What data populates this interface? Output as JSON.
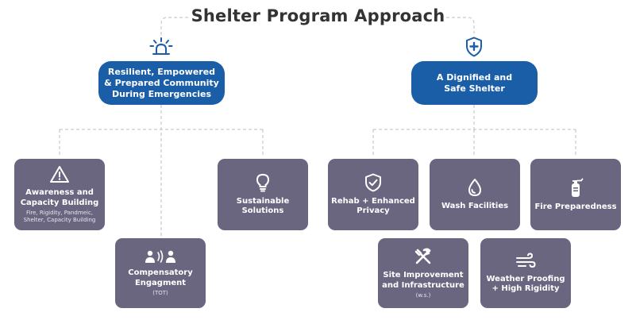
{
  "title": "Shelter Program Approach",
  "colors": {
    "goal": "#1a5ea8",
    "card": "#6b6680",
    "connector": "#c9c9c9",
    "title": "#333333"
  },
  "goals": [
    {
      "label": "Resilient, Empowered\n& Prepared Community\nDuring Emergencies",
      "icon": "alarm-siren-icon"
    },
    {
      "label": "A Dignified and\nSafe Shelter",
      "icon": "shield-plus-icon"
    }
  ],
  "cards": [
    {
      "label": "Awareness and\nCapacity Building",
      "sub": "Fire, Rigidity, Pandmeic,\nShelter, Capacity Building",
      "icon": "warning-icon"
    },
    {
      "label": "Compensatory\nEngagment",
      "sub": "(TOT)",
      "icon": "people-talking-icon"
    },
    {
      "label": "Sustainable\nSolutions",
      "sub": "",
      "icon": "lightbulb-icon"
    },
    {
      "label": "Rehab + Enhanced\nPrivacy",
      "sub": "",
      "icon": "shield-check-icon"
    },
    {
      "label": "Wash Facilities",
      "sub": "",
      "icon": "water-drop-icon"
    },
    {
      "label": "Fire Preparedness",
      "sub": "",
      "icon": "fire-extinguisher-icon"
    },
    {
      "label": "Site Improvement\nand Infrastructure",
      "sub": "(w.s.)",
      "icon": "tools-icon"
    },
    {
      "label": "Weather Proofing\n+ High Rigidity",
      "sub": "",
      "icon": "wind-icon"
    }
  ]
}
